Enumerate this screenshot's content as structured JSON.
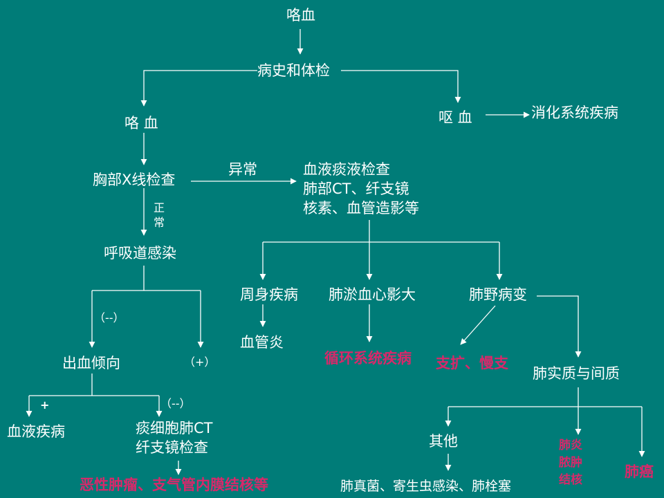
{
  "nodes": {
    "root": "咯血",
    "history": "病史和体检",
    "hemoptysis": "咯 血",
    "hematemesis": "呕  血",
    "digestive": "消化系统疾病",
    "chest_xray": "胸部X线检查",
    "abnormal": "异常",
    "normal": "正\n常",
    "exams": "血液痰液检查\n肺部CT、纤支镜\n核素、血管造影等",
    "resp_infection": "呼吸道感染",
    "systemic": "周身疾病",
    "pulm_congestion": "肺淤血心影大",
    "lung_field": "肺野病变",
    "vasculitis": "血管炎",
    "circulatory": "循环系统疾病",
    "bronchi": "支扩、慢支",
    "parenchyma": "肺实质与间质",
    "neg1": "（--）",
    "pos1": "（+）",
    "bleeding": "出血倾向",
    "plus": "+",
    "neg2": "（--）",
    "blood_disease": "血液疾病",
    "sputum_ct": "痰细胞肺CT\n纤支镜检查",
    "malignant": "恶性肿瘤、支气管内膜结核等",
    "other": "其他",
    "fungi": "肺真菌、寄生虫感染、肺栓塞",
    "lung_tb": "肺炎\n脓肿\n结核",
    "lung_cancer": "肺癌"
  },
  "colors": {
    "background": "#007c78",
    "text": "#ffffff",
    "highlight": "#d8286a",
    "line": "#ffffff"
  }
}
